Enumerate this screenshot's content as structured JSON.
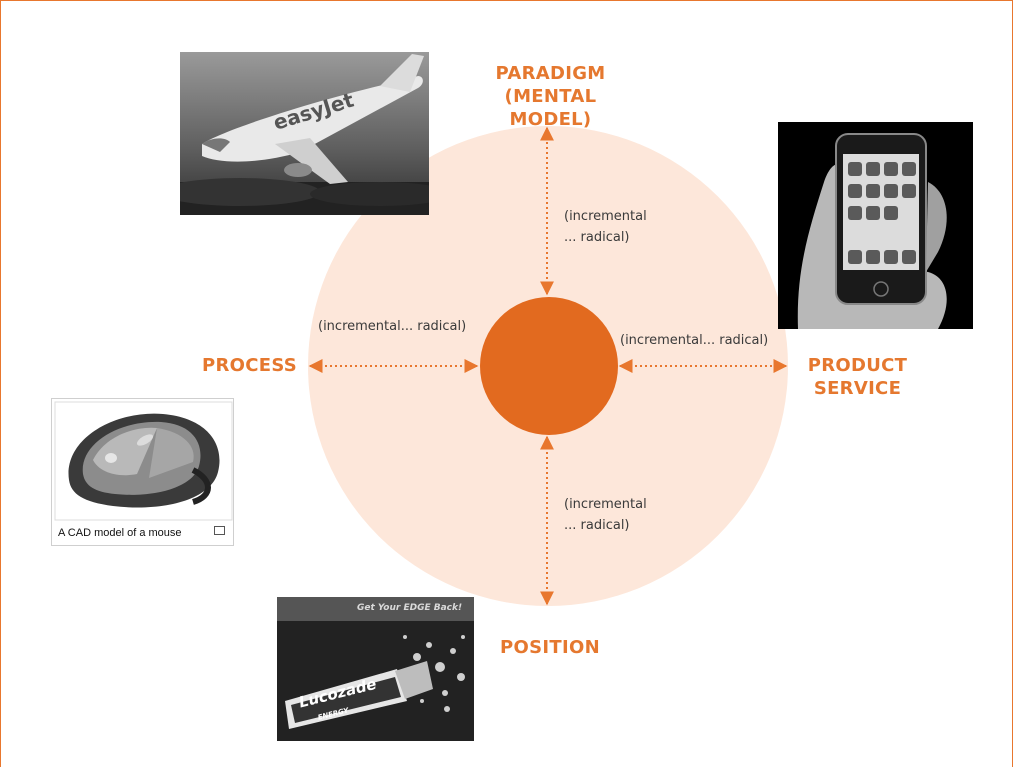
{
  "colors": {
    "accent": "#e8772e",
    "circle_fill": "#fde7da",
    "center_fill": "#e26a1f",
    "text": "#3a3a3a"
  },
  "axes": {
    "top": {
      "title_line1": "PARADIGM",
      "title_line2": "(MENTAL MODEL)",
      "range_line1": "(incremental",
      "range_line2": "... radical)"
    },
    "bottom": {
      "title": "POSITION",
      "range_line1": "(incremental",
      "range_line2": "... radical)"
    },
    "left": {
      "title": "PROCESS",
      "range": "(incremental... radical)"
    },
    "right": {
      "title_line1": "PRODUCT",
      "title_line2": "SERVICE",
      "range": "(incremental... radical)"
    }
  },
  "images": {
    "airplane": {
      "subject": "airplane-photo",
      "livery_text": "easyJet"
    },
    "phone": {
      "subject": "smartphone-photo"
    },
    "mouse": {
      "subject": "cad-mouse-model",
      "caption": "A CAD model of a mouse"
    },
    "drink": {
      "subject": "lucozade-advert",
      "tagline": "Get Your EDGE Back!",
      "brand": "Lucozade",
      "sub_brand": "ENERGY"
    }
  }
}
